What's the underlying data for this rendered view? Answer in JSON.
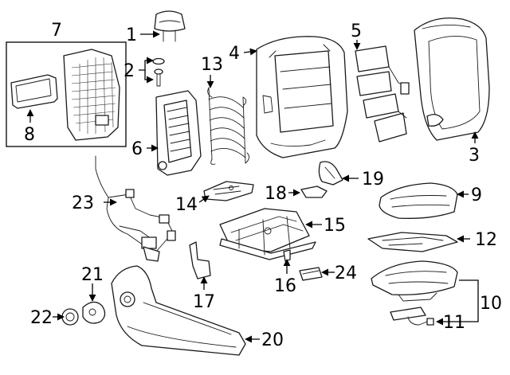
{
  "callouts": [
    {
      "id": "c1",
      "text": "1"
    },
    {
      "id": "c2",
      "text": "2"
    },
    {
      "id": "c3",
      "text": "3"
    },
    {
      "id": "c4",
      "text": "4"
    },
    {
      "id": "c5",
      "text": "5"
    },
    {
      "id": "c6",
      "text": "6"
    },
    {
      "id": "c7",
      "text": "7"
    },
    {
      "id": "c8",
      "text": "8"
    },
    {
      "id": "c9",
      "text": "9"
    },
    {
      "id": "c10",
      "text": "10"
    },
    {
      "id": "c11",
      "text": "11"
    },
    {
      "id": "c12",
      "text": "12"
    },
    {
      "id": "c13",
      "text": "13"
    },
    {
      "id": "c14",
      "text": "14"
    },
    {
      "id": "c15",
      "text": "15"
    },
    {
      "id": "c16",
      "text": "16"
    },
    {
      "id": "c17",
      "text": "17"
    },
    {
      "id": "c18",
      "text": "18"
    },
    {
      "id": "c19",
      "text": "19"
    },
    {
      "id": "c20",
      "text": "20"
    },
    {
      "id": "c21",
      "text": "21"
    },
    {
      "id": "c22",
      "text": "22"
    },
    {
      "id": "c23",
      "text": "23"
    },
    {
      "id": "c24",
      "text": "24"
    }
  ],
  "colors": {
    "line": "#1a1a1a",
    "background": "#ffffff"
  }
}
